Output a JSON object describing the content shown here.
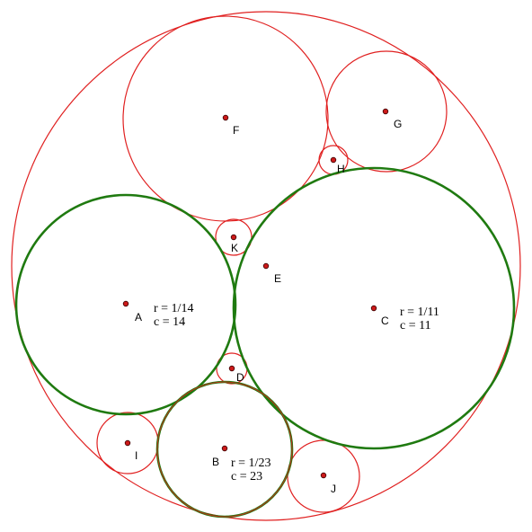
{
  "colors": {
    "red": "#e02020",
    "green": "#1f7a10",
    "dot": "#cc1a1a",
    "dot_outline": "#3a0000"
  },
  "circles": {
    "outer": {
      "style": "red"
    },
    "A": {
      "label": "A",
      "style": "green",
      "note_r": "r = 1/14",
      "note_c": "c = 14"
    },
    "B": {
      "label": "B",
      "style": "green-red",
      "note_r": "r = 1/23",
      "note_c": "c = 23"
    },
    "C": {
      "label": "C",
      "style": "green",
      "note_r": "r =  1/11",
      "note_c": "c = 11"
    },
    "D": {
      "label": "D",
      "style": "red"
    },
    "F": {
      "label": "F",
      "style": "red"
    },
    "G": {
      "label": "G",
      "style": "red"
    },
    "H": {
      "label": "H",
      "style": "red"
    },
    "I": {
      "label": "I",
      "style": "red"
    },
    "J": {
      "label": "J",
      "style": "red"
    },
    "K": {
      "label": "K",
      "style": "red"
    }
  },
  "points": {
    "E": {
      "label": "E"
    }
  }
}
